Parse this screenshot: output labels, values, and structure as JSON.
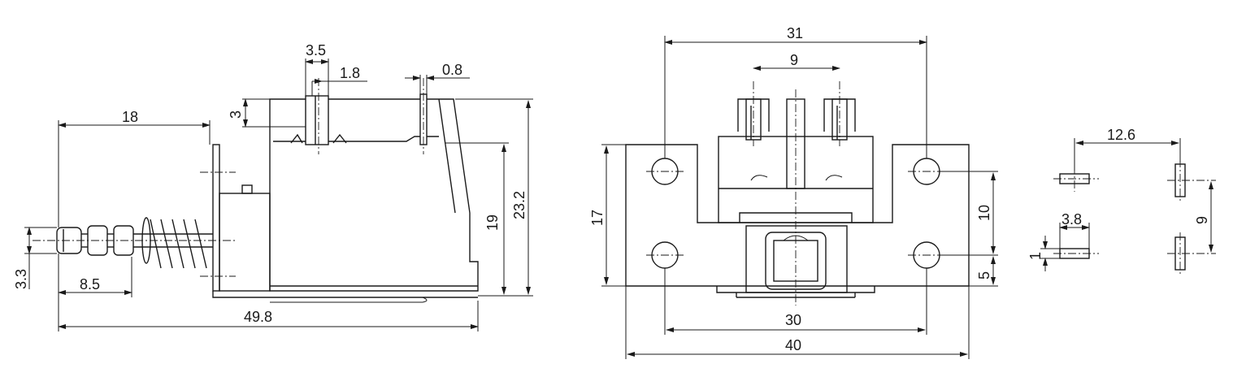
{
  "dimensions": {
    "side_view": {
      "width_top_stem": "3.5",
      "stem_slot": "1.8",
      "pin_thickness": "0.8",
      "stem_height": "3",
      "button_travel": "18",
      "height_total": "23.2",
      "height_body": "19",
      "button_diameter": "3.3",
      "button_length": "8.5",
      "overall_length": "49.8"
    },
    "front_view": {
      "top_width": "31",
      "terminal_spacing": "9",
      "height_left": "17",
      "hole_vertical": "10",
      "hole_bottom_offset": "5",
      "hole_spacing": "30",
      "plate_width": "40"
    },
    "pin_view": {
      "pin_spacing_h": "12.6",
      "pin_spacing_v": "9",
      "pin_width": "3.8",
      "pin_thickness": "1"
    }
  }
}
